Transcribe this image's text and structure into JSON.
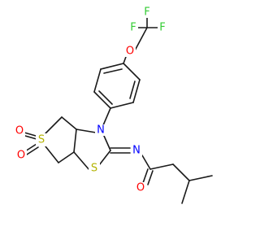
{
  "diagram": {
    "type": "chemical-structure",
    "atoms": {
      "F_top": "F",
      "F_left": "F",
      "F_right": "F",
      "O_ether": "O",
      "N_ring": "N",
      "N_imine": "N",
      "S_thiazolidine": "S",
      "S_sulfone": "S",
      "O_sulfone_1": "O",
      "O_sulfone_2": "O",
      "O_carbonyl": "O"
    },
    "colors": {
      "bond": "#1a1a1a",
      "F": "#33cc33",
      "O": "#ff0000",
      "N": "#0000ff",
      "S": "#b3b300"
    }
  }
}
